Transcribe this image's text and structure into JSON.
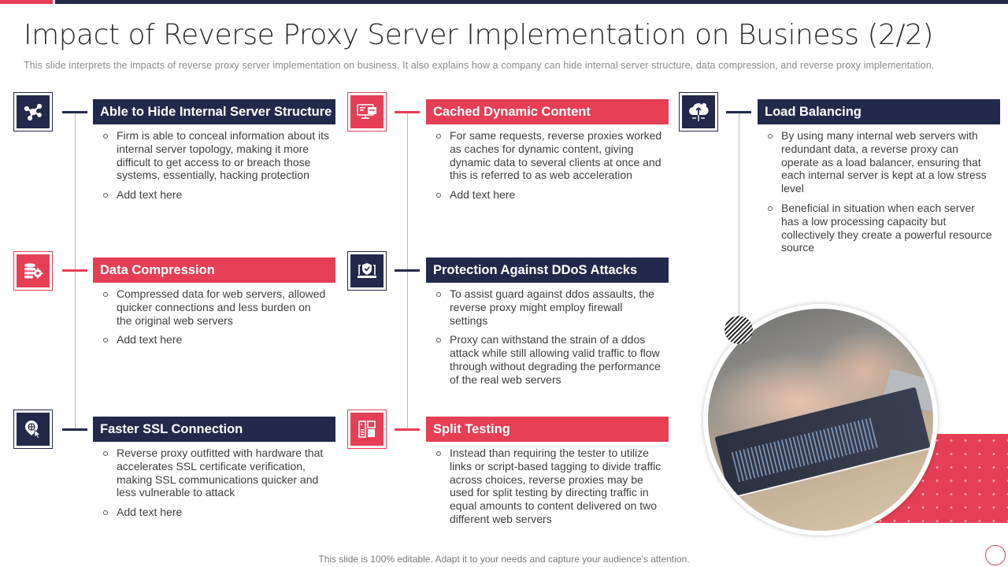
{
  "slide": {
    "title": "Impact of Reverse Proxy Server Implementation on Business (2/2)",
    "subtitle": "This slide interprets the impacts of reverse  proxy server  implementation on business. It also explains how a company can hide internal server  structure, data compression, and reverse  proxy implementation.",
    "footer": "This slide is 100% editable. Adapt it to your needs and capture your audience's attention."
  },
  "colors": {
    "navy": "#22294a",
    "red": "#e63e55",
    "text": "#3d3d3d"
  },
  "sections": [
    {
      "id": "hide-structure",
      "heading": "Able to Hide Internal Server Structure",
      "theme": "navy",
      "icon": "network-nodes-icon",
      "bullets": [
        "Firm is able to conceal information about its internal server topology, making it more difficult to get access to or breach those systems, essentially, hacking protection",
        "Add text here"
      ]
    },
    {
      "id": "cached-content",
      "heading": "Cached Dynamic Content",
      "theme": "red",
      "icon": "monitor-browser-icon",
      "bullets": [
        "For same requests, reverse proxies worked as caches for dynamic content, giving dynamic data to several clients at once and this is referred to as web acceleration",
        "Add text here"
      ]
    },
    {
      "id": "load-balancing",
      "heading": "Load Balancing",
      "theme": "navy",
      "icon": "cloud-upload-icon",
      "bullets": [
        "By using many internal web servers with redundant data, a reverse proxy can operate as a load balancer, ensuring that each internal server is kept at a low stress level",
        "Beneficial in situation when each server has a low processing capacity but collectively they create a powerful resource source"
      ]
    },
    {
      "id": "data-compression",
      "heading": "Data Compression",
      "theme": "red",
      "icon": "database-gear-icon",
      "bullets": [
        "Compressed data for web servers, allowed quicker connections and less burden on the original web servers",
        "Add text here"
      ]
    },
    {
      "id": "ddos-protection",
      "heading": "Protection Against DDoS Attacks",
      "theme": "navy",
      "icon": "laptop-shield-icon",
      "bullets": [
        "To assist guard against ddos assaults, the reverse proxy might employ firewall settings",
        "Proxy can withstand the strain of a ddos attack while still allowing valid traffic to flow through without degrading the performance of the real web servers"
      ]
    },
    {
      "id": "ssl",
      "heading": "Faster SSL Connection",
      "theme": "navy",
      "icon": "globe-cursor-icon",
      "bullets": [
        "Reverse proxy outfitted with hardware that accelerates SSL certificate verification, making SSL communications quicker and less vulnerable to attack",
        "Add text here"
      ]
    },
    {
      "id": "split-testing",
      "heading": "Split Testing",
      "theme": "red",
      "icon": "split-panels-icon",
      "bullets": [
        "Instead than requiring the tester to utilize links or script-based tagging to divide traffic across choices, reverse proxies may be used for split testing by directing traffic in equal amounts to content delivered on two different web servers"
      ]
    }
  ]
}
